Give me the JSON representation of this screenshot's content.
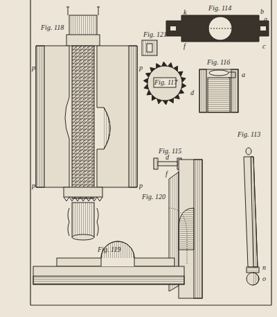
{
  "diagram": {
    "labels": [
      "Fig. 118",
      "p",
      "p",
      "p",
      "p",
      "Fig. 121",
      "Fig. 114",
      "k",
      "b",
      "a",
      "f",
      "c",
      "Fig. 116",
      "d",
      "a",
      "Fig. 117",
      "Fig. 115",
      "d",
      "f",
      "Fig. 120",
      "Fig. 113",
      "n",
      "o",
      "Fig. 119"
    ]
  }
}
